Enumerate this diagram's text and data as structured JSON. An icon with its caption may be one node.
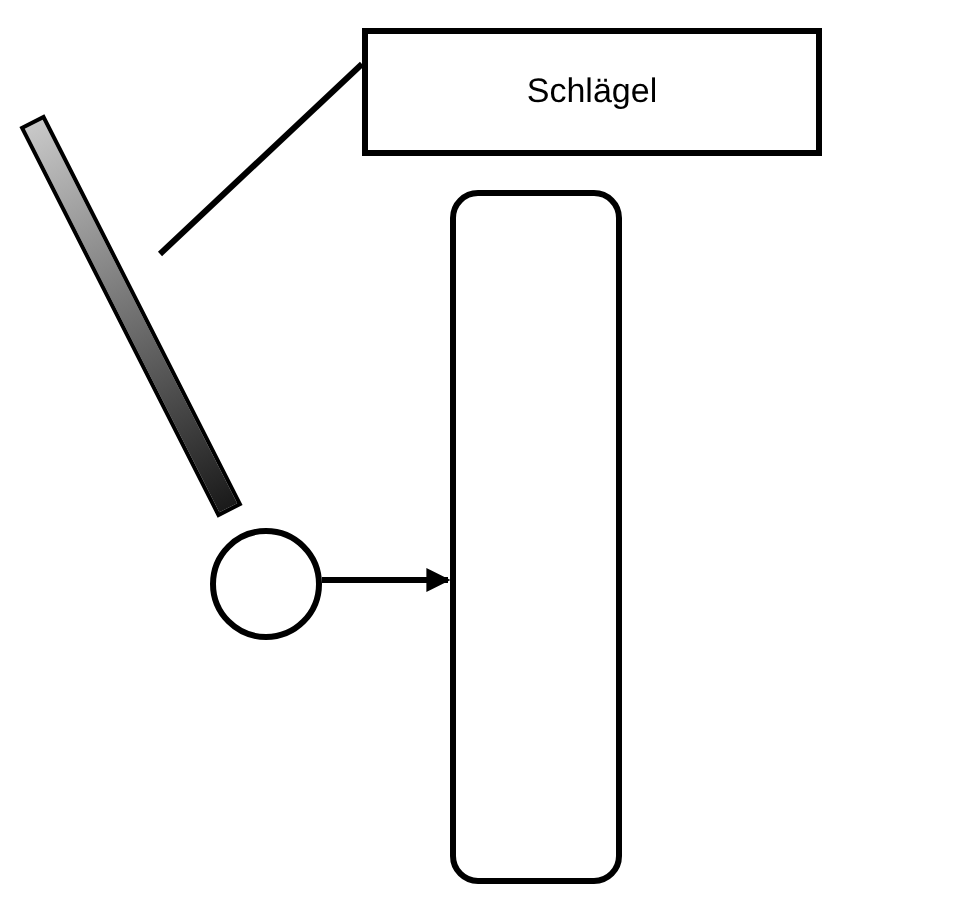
{
  "diagram": {
    "nodes": [
      {
        "text": [
          "Schlägel"
        ]
      },
      {
        "text": [],
        "shape": "bar"
      },
      {
        "text": [],
        "shape": "circle"
      },
      {
        "text": [],
        "shape": "box"
      }
    ],
    "edges": [
      {
        "from": 0,
        "to": 1,
        "arrow": "none"
      },
      {
        "from": 2,
        "to": 3,
        "arrow": "to"
      }
    ]
  }
}
